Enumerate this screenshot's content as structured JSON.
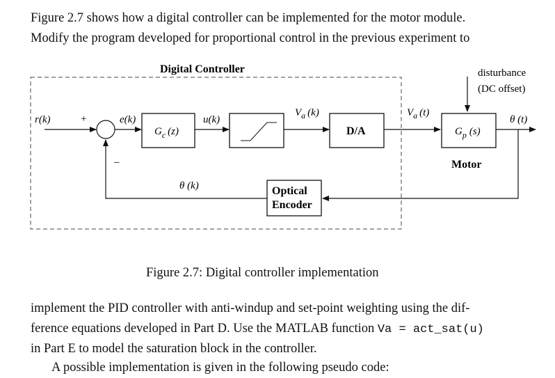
{
  "intro": {
    "line1": "Figure 2.7 shows how a digital controller can be implemented for the motor module.",
    "line2": "Modify the program developed for proportional control in the previous experiment to"
  },
  "diagram": {
    "controller_label": "Digital Controller",
    "disturbance": "disturbance",
    "dc_offset": "(DC offset)",
    "r": "r(k)",
    "plus": "+",
    "minus": "–",
    "e": "e(k)",
    "gc": "G",
    "gc_sub": "c",
    "gc_arg": "(z)",
    "u": "u(k)",
    "va_k": "V",
    "va_k_sub": "a",
    "va_k_arg": "(k)",
    "da": "D/A",
    "va_t": "V",
    "va_t_sub": "a",
    "va_t_arg": "(t)",
    "gp": "G",
    "gp_sub": "p",
    "gp_arg": "(s)",
    "theta_t": "θ (t)",
    "motor": "Motor",
    "theta_k": "θ (k)",
    "encoder_line1": "Optical",
    "encoder_line2": "Encoder"
  },
  "caption": "Figure 2.7: Digital controller implementation",
  "body": {
    "line1": "implement the PID controller with anti-windup and set-point weighting using the dif-",
    "line2": "ference equations developed in Part D. Use the MATLAB function",
    "code": "Va = act_sat(u)",
    "line3": "in Part E to model the saturation block in the controller.",
    "line4": "A possible implementation is given in the following pseudo code:"
  }
}
